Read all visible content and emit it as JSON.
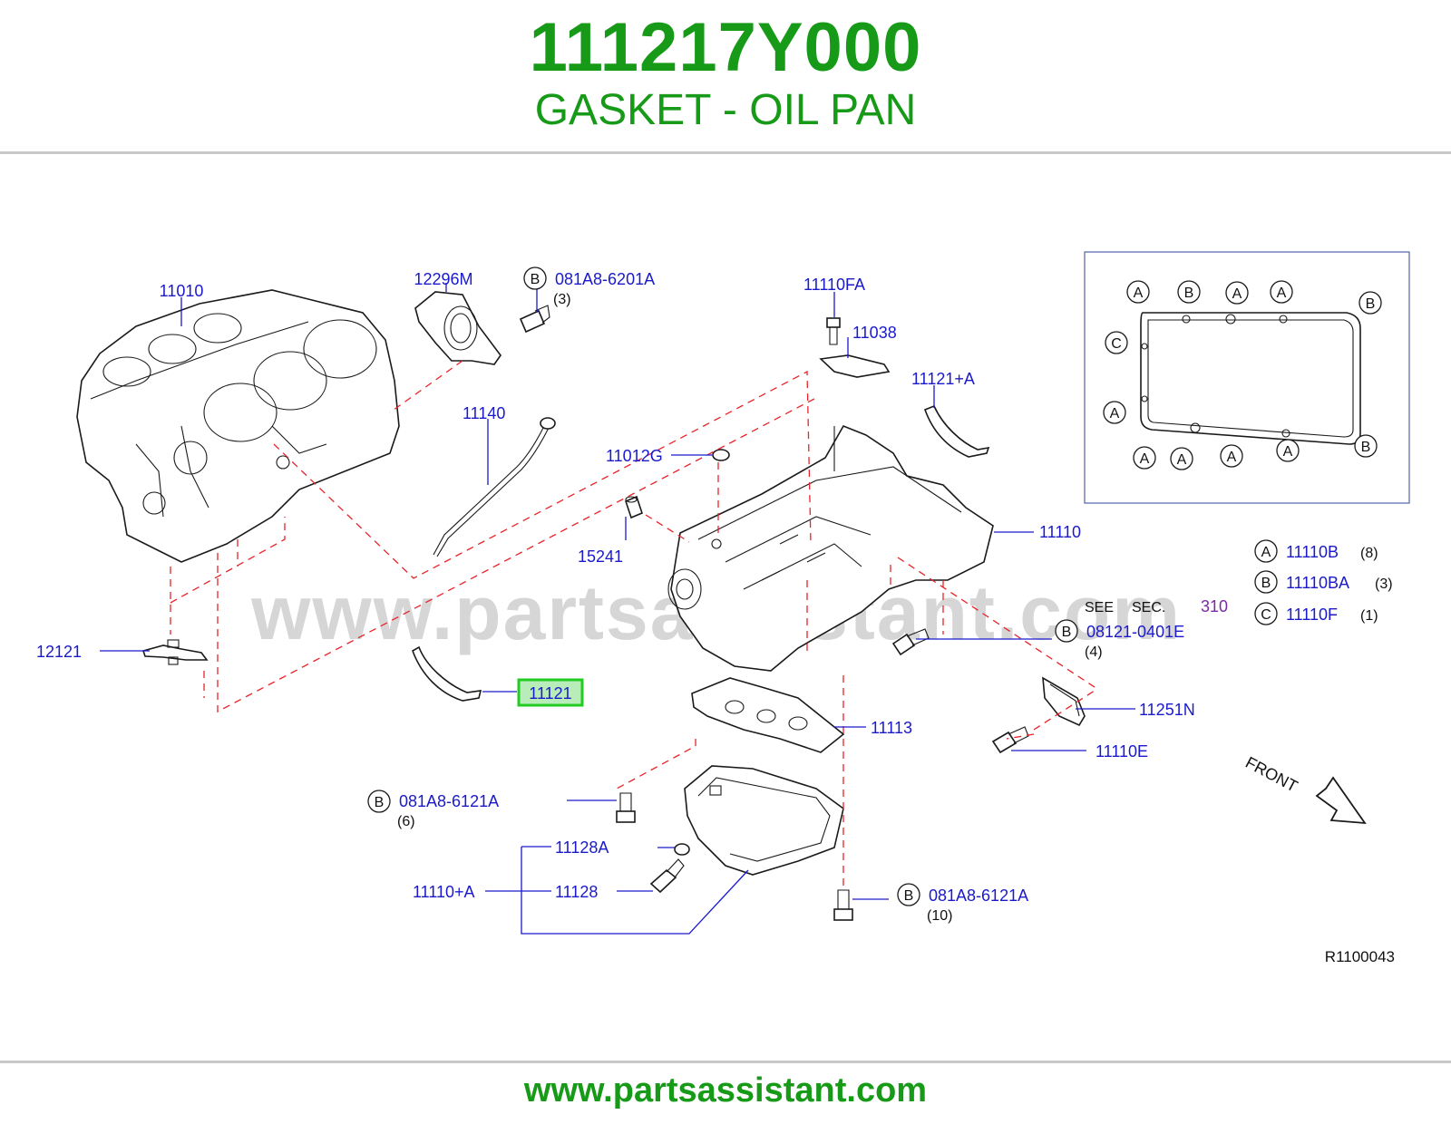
{
  "header": {
    "part_number": "111217Y000",
    "part_name": "GASKET - OIL PAN"
  },
  "watermark": "www.partsassistant.com",
  "footer": {
    "url": "www.partsassistant.com"
  },
  "diagram_code": "R1100043",
  "callouts": {
    "c11010": "11010",
    "c12296M": "12296M",
    "c081A8_6201A": "081A8-6201A",
    "q3a": "(3)",
    "c11110FA": "11110FA",
    "c11038": "11038",
    "c11121A_top": "11121+A",
    "c11140": "11140",
    "c11012G": "11012G",
    "c15241": "15241",
    "c11110": "11110",
    "c12121": "12121",
    "c11121": "11121",
    "c11113": "11113",
    "c08121_0401E": "08121-0401E",
    "q4": "(4)",
    "c11251N": "11251N",
    "c11110E": "11110E",
    "c081A8_6121A_l": "081A8-6121A",
    "q6": "(6)",
    "c11128A": "11128A",
    "c11110A": "11110+A",
    "c11128": "11128",
    "c081A8_6121A_r": "081A8-6121A",
    "q10": "(10)",
    "see": "SEE",
    "sec": "SEC.",
    "sec_num": "310",
    "front": "FRONT"
  },
  "legend": [
    {
      "letter": "A",
      "part": "11110B",
      "qty": "(8)"
    },
    {
      "letter": "B",
      "part": "11110BA",
      "qty": "(3)"
    },
    {
      "letter": "C",
      "part": "11110F",
      "qty": "(1)"
    }
  ],
  "letters": {
    "A": "A",
    "B": "B",
    "C": "C"
  },
  "colors": {
    "title_green": "#179a17",
    "label_blue": "#1a1acc",
    "leader_red": "#e8232a",
    "highlight_green": "#22cc22",
    "sec_purple": "#7a2aa8"
  }
}
